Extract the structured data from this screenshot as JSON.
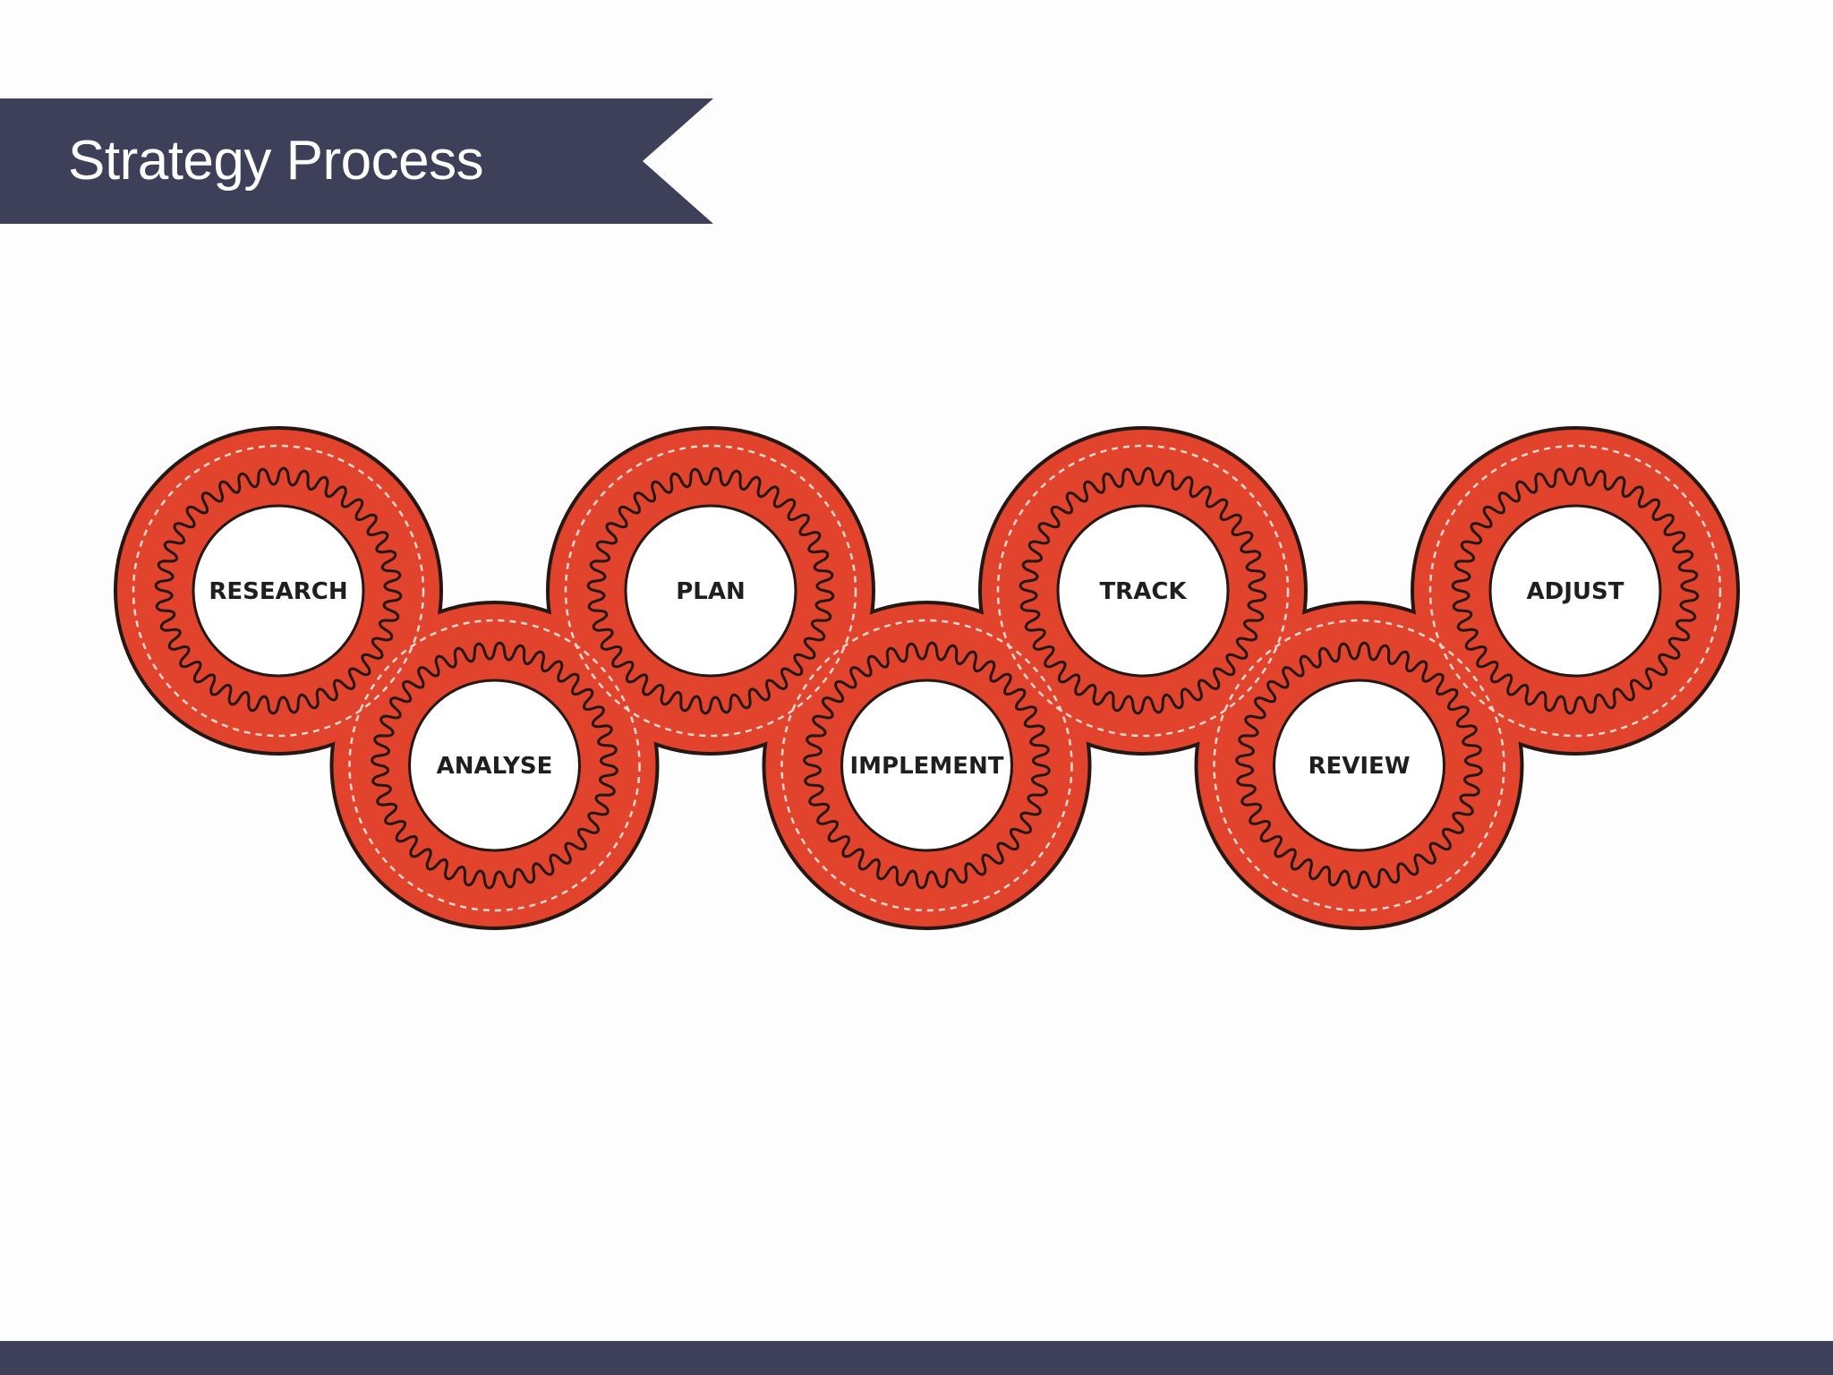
{
  "title": "Strategy Process",
  "steps": [
    {
      "label": "RESEARCH",
      "row": "top"
    },
    {
      "label": "ANALYSE",
      "row": "bottom"
    },
    {
      "label": "PLAN",
      "row": "top"
    },
    {
      "label": "IMPLEMENT",
      "row": "bottom"
    },
    {
      "label": "TRACK",
      "row": "top"
    },
    {
      "label": "REVIEW",
      "row": "bottom"
    },
    {
      "label": "ADJUST",
      "row": "top"
    }
  ],
  "colors": {
    "banner": "#3e4059",
    "ring": "#e2432d",
    "ring_outline": "#241814",
    "center": "#ffffff",
    "label": "#1f1f1f",
    "dash": "#f6d9cf",
    "footer": "#3e4059"
  }
}
